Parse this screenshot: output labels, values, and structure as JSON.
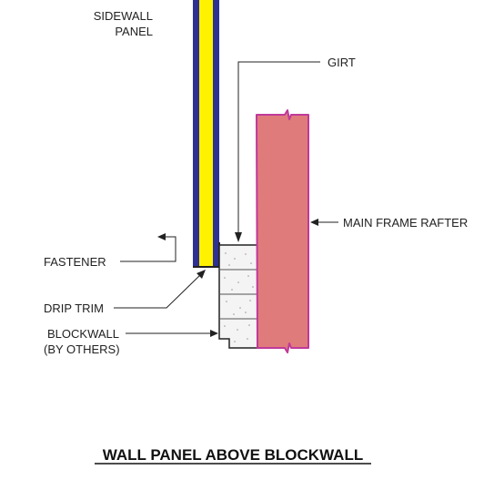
{
  "title": "WALL PANEL ABOVE BLOCKWALL",
  "labels": {
    "sidewall_panel_line1": "SIDEWALL",
    "sidewall_panel_line2": "PANEL",
    "girt": "GIRT",
    "main_frame_rafter": "MAIN FRAME RAFTER",
    "fastener": "FASTENER",
    "drip_trim": "DRIP TRIM",
    "blockwall_line1": "BLOCKWALL",
    "blockwall_line2": "(BY OTHERS)"
  },
  "colors": {
    "panel_outer": "#2e3192",
    "panel_core": "#fff200",
    "rafter_fill": "#e07b7b",
    "rafter_edge": "#c0399a",
    "block_fill": "#f4f4f4",
    "line": "#222222"
  }
}
